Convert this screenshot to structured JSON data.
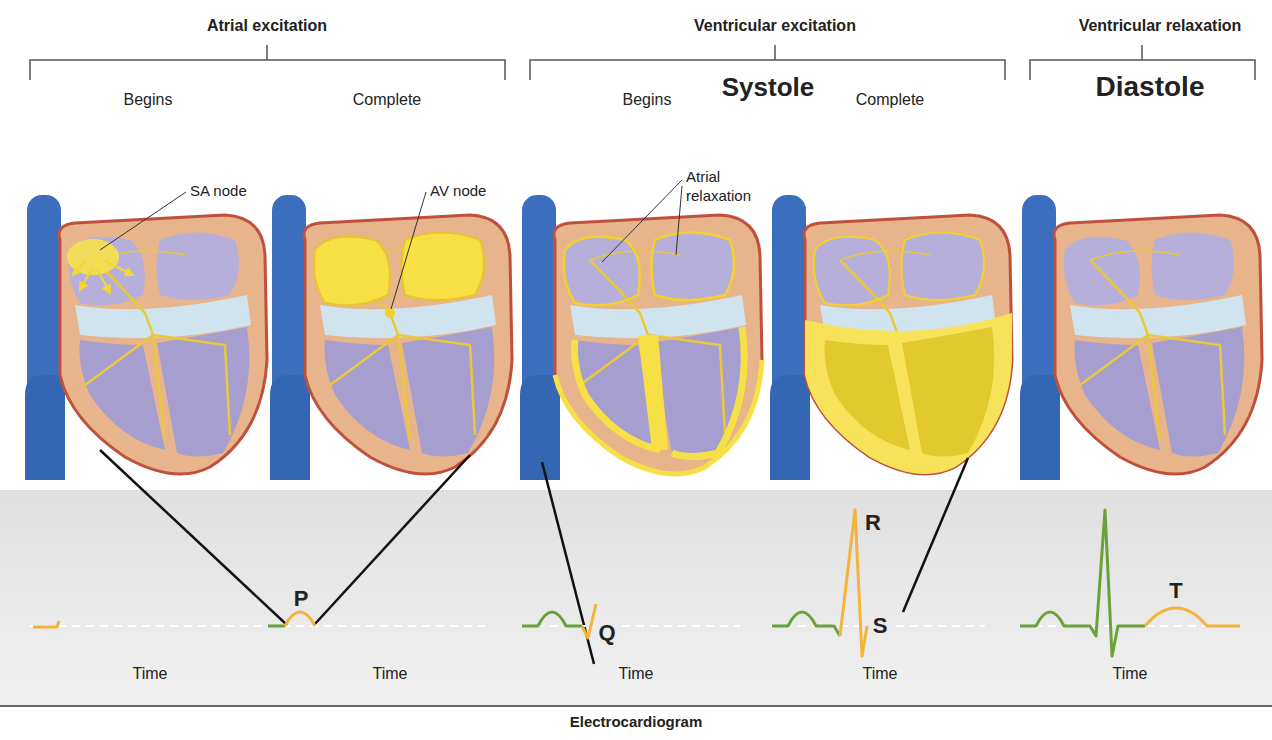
{
  "diagram": {
    "labels": [
      "Atrial excitation",
      "Ventricular excitation",
      "Ventricular relaxation",
      "Begins",
      "Complete",
      "Begins",
      "Systole",
      "Complete",
      "Diastole",
      "SA node",
      "AV node",
      "Atrial relaxation",
      "P",
      "R",
      "Q",
      "S",
      "T",
      "Time",
      "Time",
      "Time",
      "Time",
      "Time",
      "Electrocardiogram"
    ]
  }
}
